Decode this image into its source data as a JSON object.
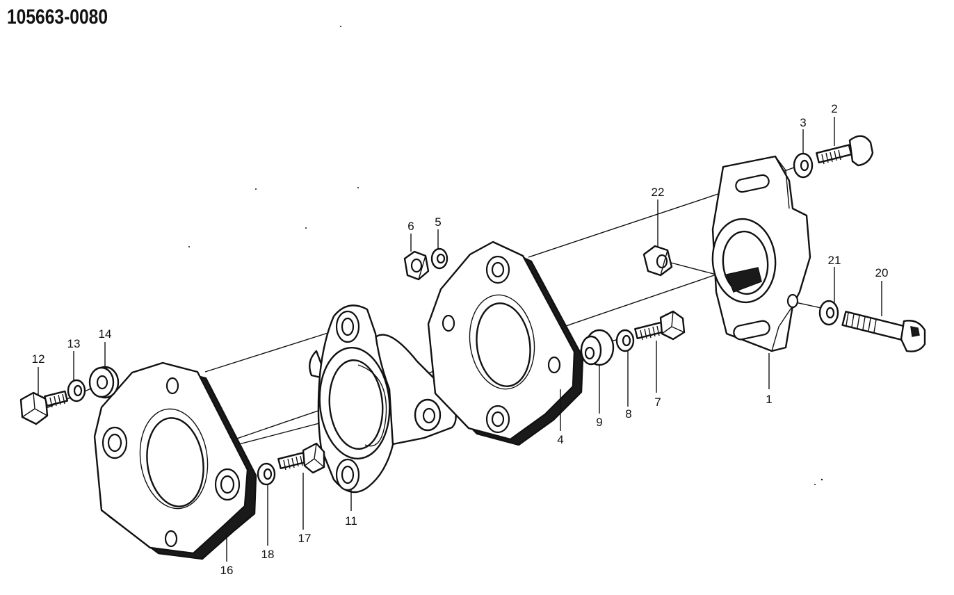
{
  "header": {
    "part_number": "105663-0080"
  },
  "callouts": [
    {
      "id": "c1",
      "label": "1"
    },
    {
      "id": "c2",
      "label": "2"
    },
    {
      "id": "c3",
      "label": "3"
    },
    {
      "id": "c4",
      "label": "4"
    },
    {
      "id": "c5",
      "label": "5"
    },
    {
      "id": "c6",
      "label": "6"
    },
    {
      "id": "c7",
      "label": "7"
    },
    {
      "id": "c8",
      "label": "8"
    },
    {
      "id": "c9",
      "label": "9"
    },
    {
      "id": "c11",
      "label": "11"
    },
    {
      "id": "c12",
      "label": "12"
    },
    {
      "id": "c13",
      "label": "13"
    },
    {
      "id": "c14",
      "label": "14"
    },
    {
      "id": "c16",
      "label": "16"
    },
    {
      "id": "c17",
      "label": "17"
    },
    {
      "id": "c18",
      "label": "18"
    },
    {
      "id": "c20",
      "label": "20"
    },
    {
      "id": "c21",
      "label": "21"
    },
    {
      "id": "c22",
      "label": "22"
    }
  ]
}
